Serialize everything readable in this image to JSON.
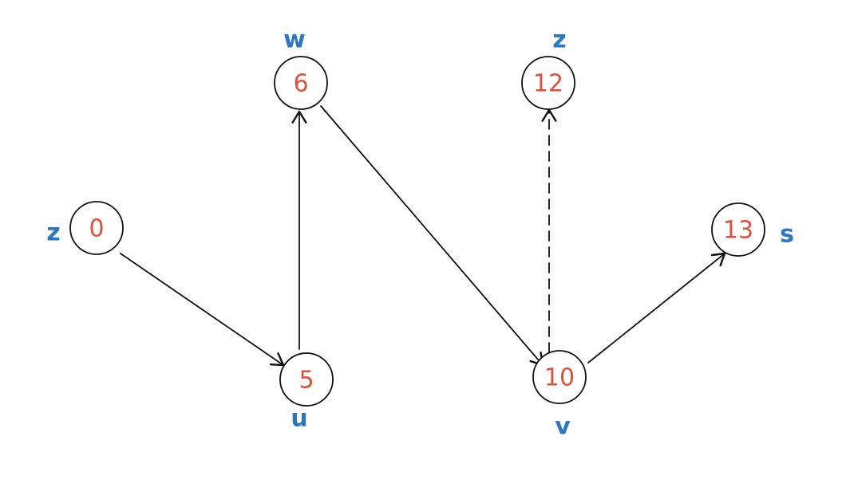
{
  "diagram": {
    "nodes": [
      {
        "id": "z_left",
        "value": "0",
        "label": "z"
      },
      {
        "id": "u",
        "value": "5",
        "label": "u"
      },
      {
        "id": "w",
        "value": "6",
        "label": "w"
      },
      {
        "id": "z_top",
        "value": "12",
        "label": "z"
      },
      {
        "id": "v",
        "value": "10",
        "label": "v"
      },
      {
        "id": "s",
        "value": "13",
        "label": "s"
      }
    ],
    "edges": [
      {
        "from": "z_left",
        "to": "u",
        "style": "solid"
      },
      {
        "from": "u",
        "to": "w",
        "style": "solid"
      },
      {
        "from": "w",
        "to": "v",
        "style": "solid"
      },
      {
        "from": "v",
        "to": "z_top",
        "style": "dashed"
      },
      {
        "from": "v",
        "to": "s",
        "style": "solid"
      }
    ],
    "colors": {
      "value": "#e0503a",
      "label": "#2a78c0",
      "line": "#111111"
    }
  }
}
